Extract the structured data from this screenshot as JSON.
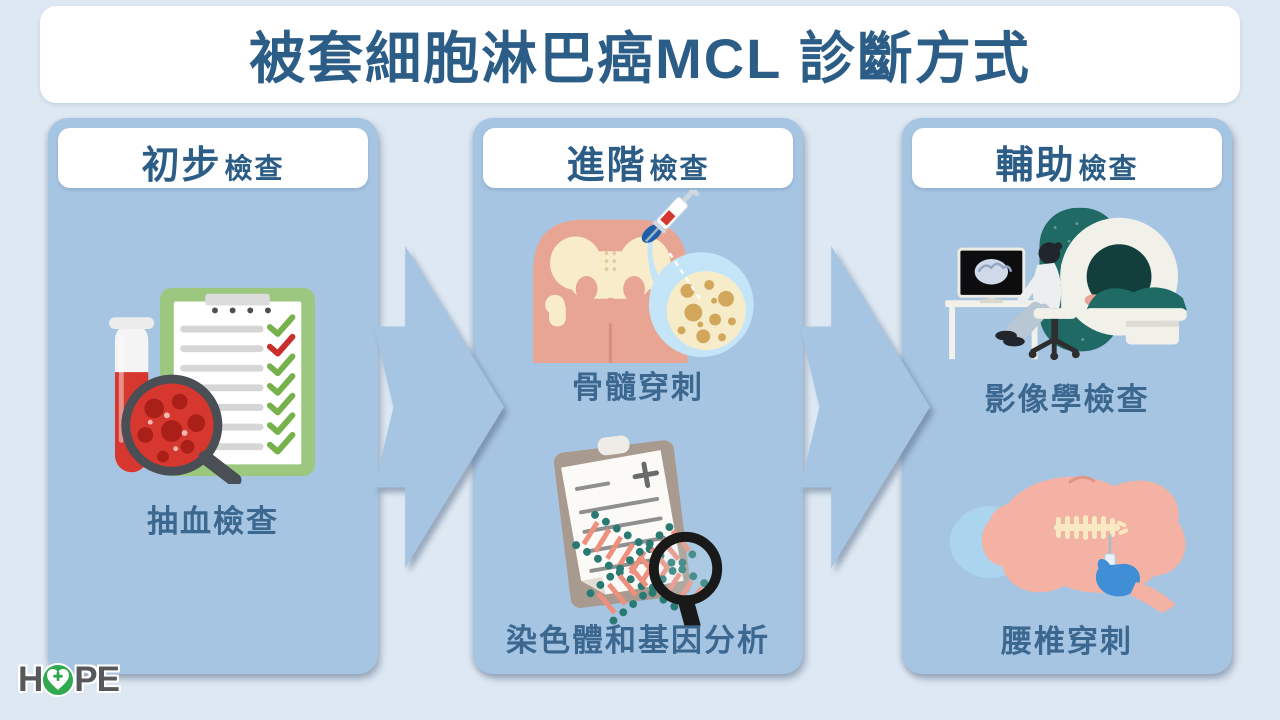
{
  "title": "被套細胞淋巴癌MCL 診斷方式",
  "columns": [
    {
      "header_main": "初步",
      "header_sub": "檢查",
      "items": [
        {
          "label": "抽血檢查",
          "icon": "blood-test-icon"
        }
      ]
    },
    {
      "header_main": "進階",
      "header_sub": "檢查",
      "items": [
        {
          "label": "骨髓穿刺",
          "icon": "bone-marrow-aspiration-icon"
        },
        {
          "label": "染色體和基因分析",
          "icon": "chromosome-gene-analysis-icon"
        }
      ]
    },
    {
      "header_main": "輔助",
      "header_sub": "檢查",
      "items": [
        {
          "label": "影像學檢查",
          "icon": "imaging-mri-icon"
        },
        {
          "label": "腰椎穿刺",
          "icon": "lumbar-puncture-icon"
        }
      ]
    }
  ],
  "flow": {
    "connector": "right-block-arrow",
    "count": 2
  },
  "logo": {
    "prefix": "H",
    "suffix": "PE",
    "icon": "hope-heart-icon"
  },
  "colors": {
    "background": "#dde8f3",
    "panel": "#a6c5e3",
    "title_text": "#2c5d87",
    "label_text": "#3c688f",
    "logo_green": "#2faa4e",
    "logo_gray": "#57585a",
    "check_green": "#76b14c",
    "check_red": "#c9302c",
    "blood_red": "#d6372e",
    "mri_teal": "#1f6a64",
    "skin_pink": "#e9a593",
    "bone_cream": "#f8ecca",
    "glove_blue": "#3f8ed6"
  }
}
